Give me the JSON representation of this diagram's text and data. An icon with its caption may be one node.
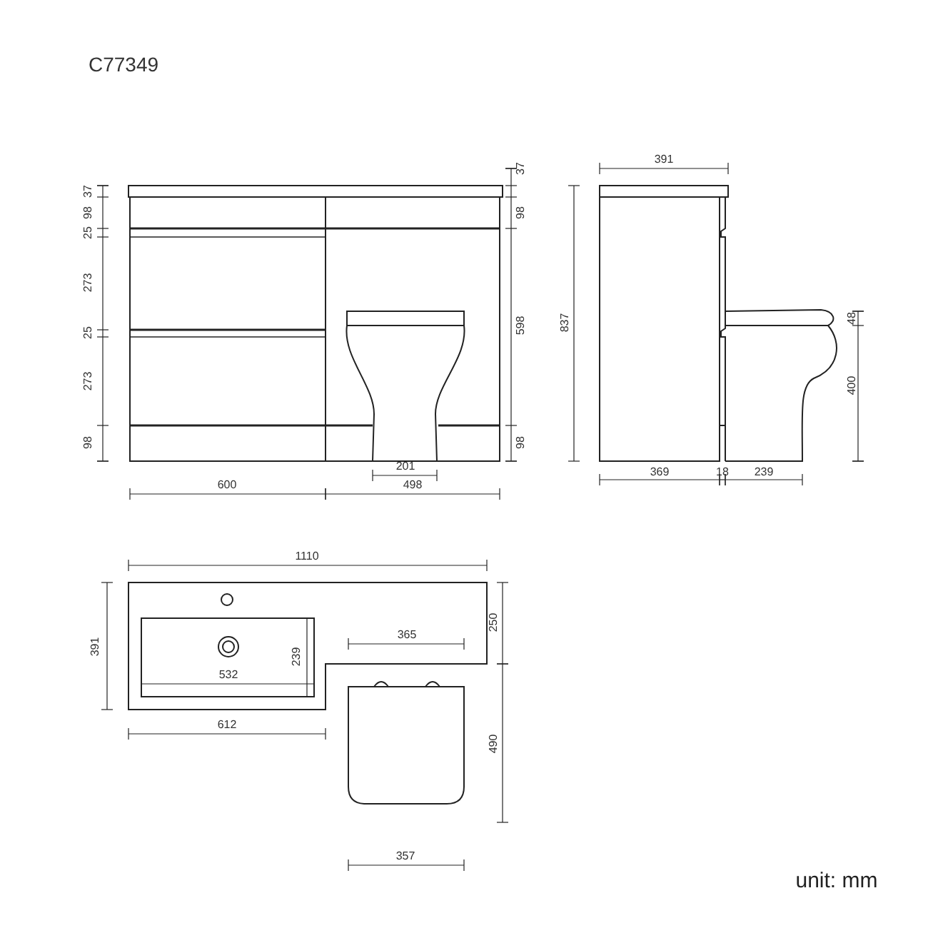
{
  "diagram": {
    "title": "C77349",
    "labels": [
      "37",
      "98",
      "25",
      "273",
      "25",
      "273",
      "98",
      "37",
      "98",
      "598",
      "98",
      "201",
      "600",
      "498",
      "391",
      "837",
      "48",
      "400",
      "369",
      "18",
      "239",
      "1110",
      "391",
      "250",
      "239",
      "365",
      "532",
      "490",
      "612",
      "357",
      "unit: mm"
    ]
  }
}
